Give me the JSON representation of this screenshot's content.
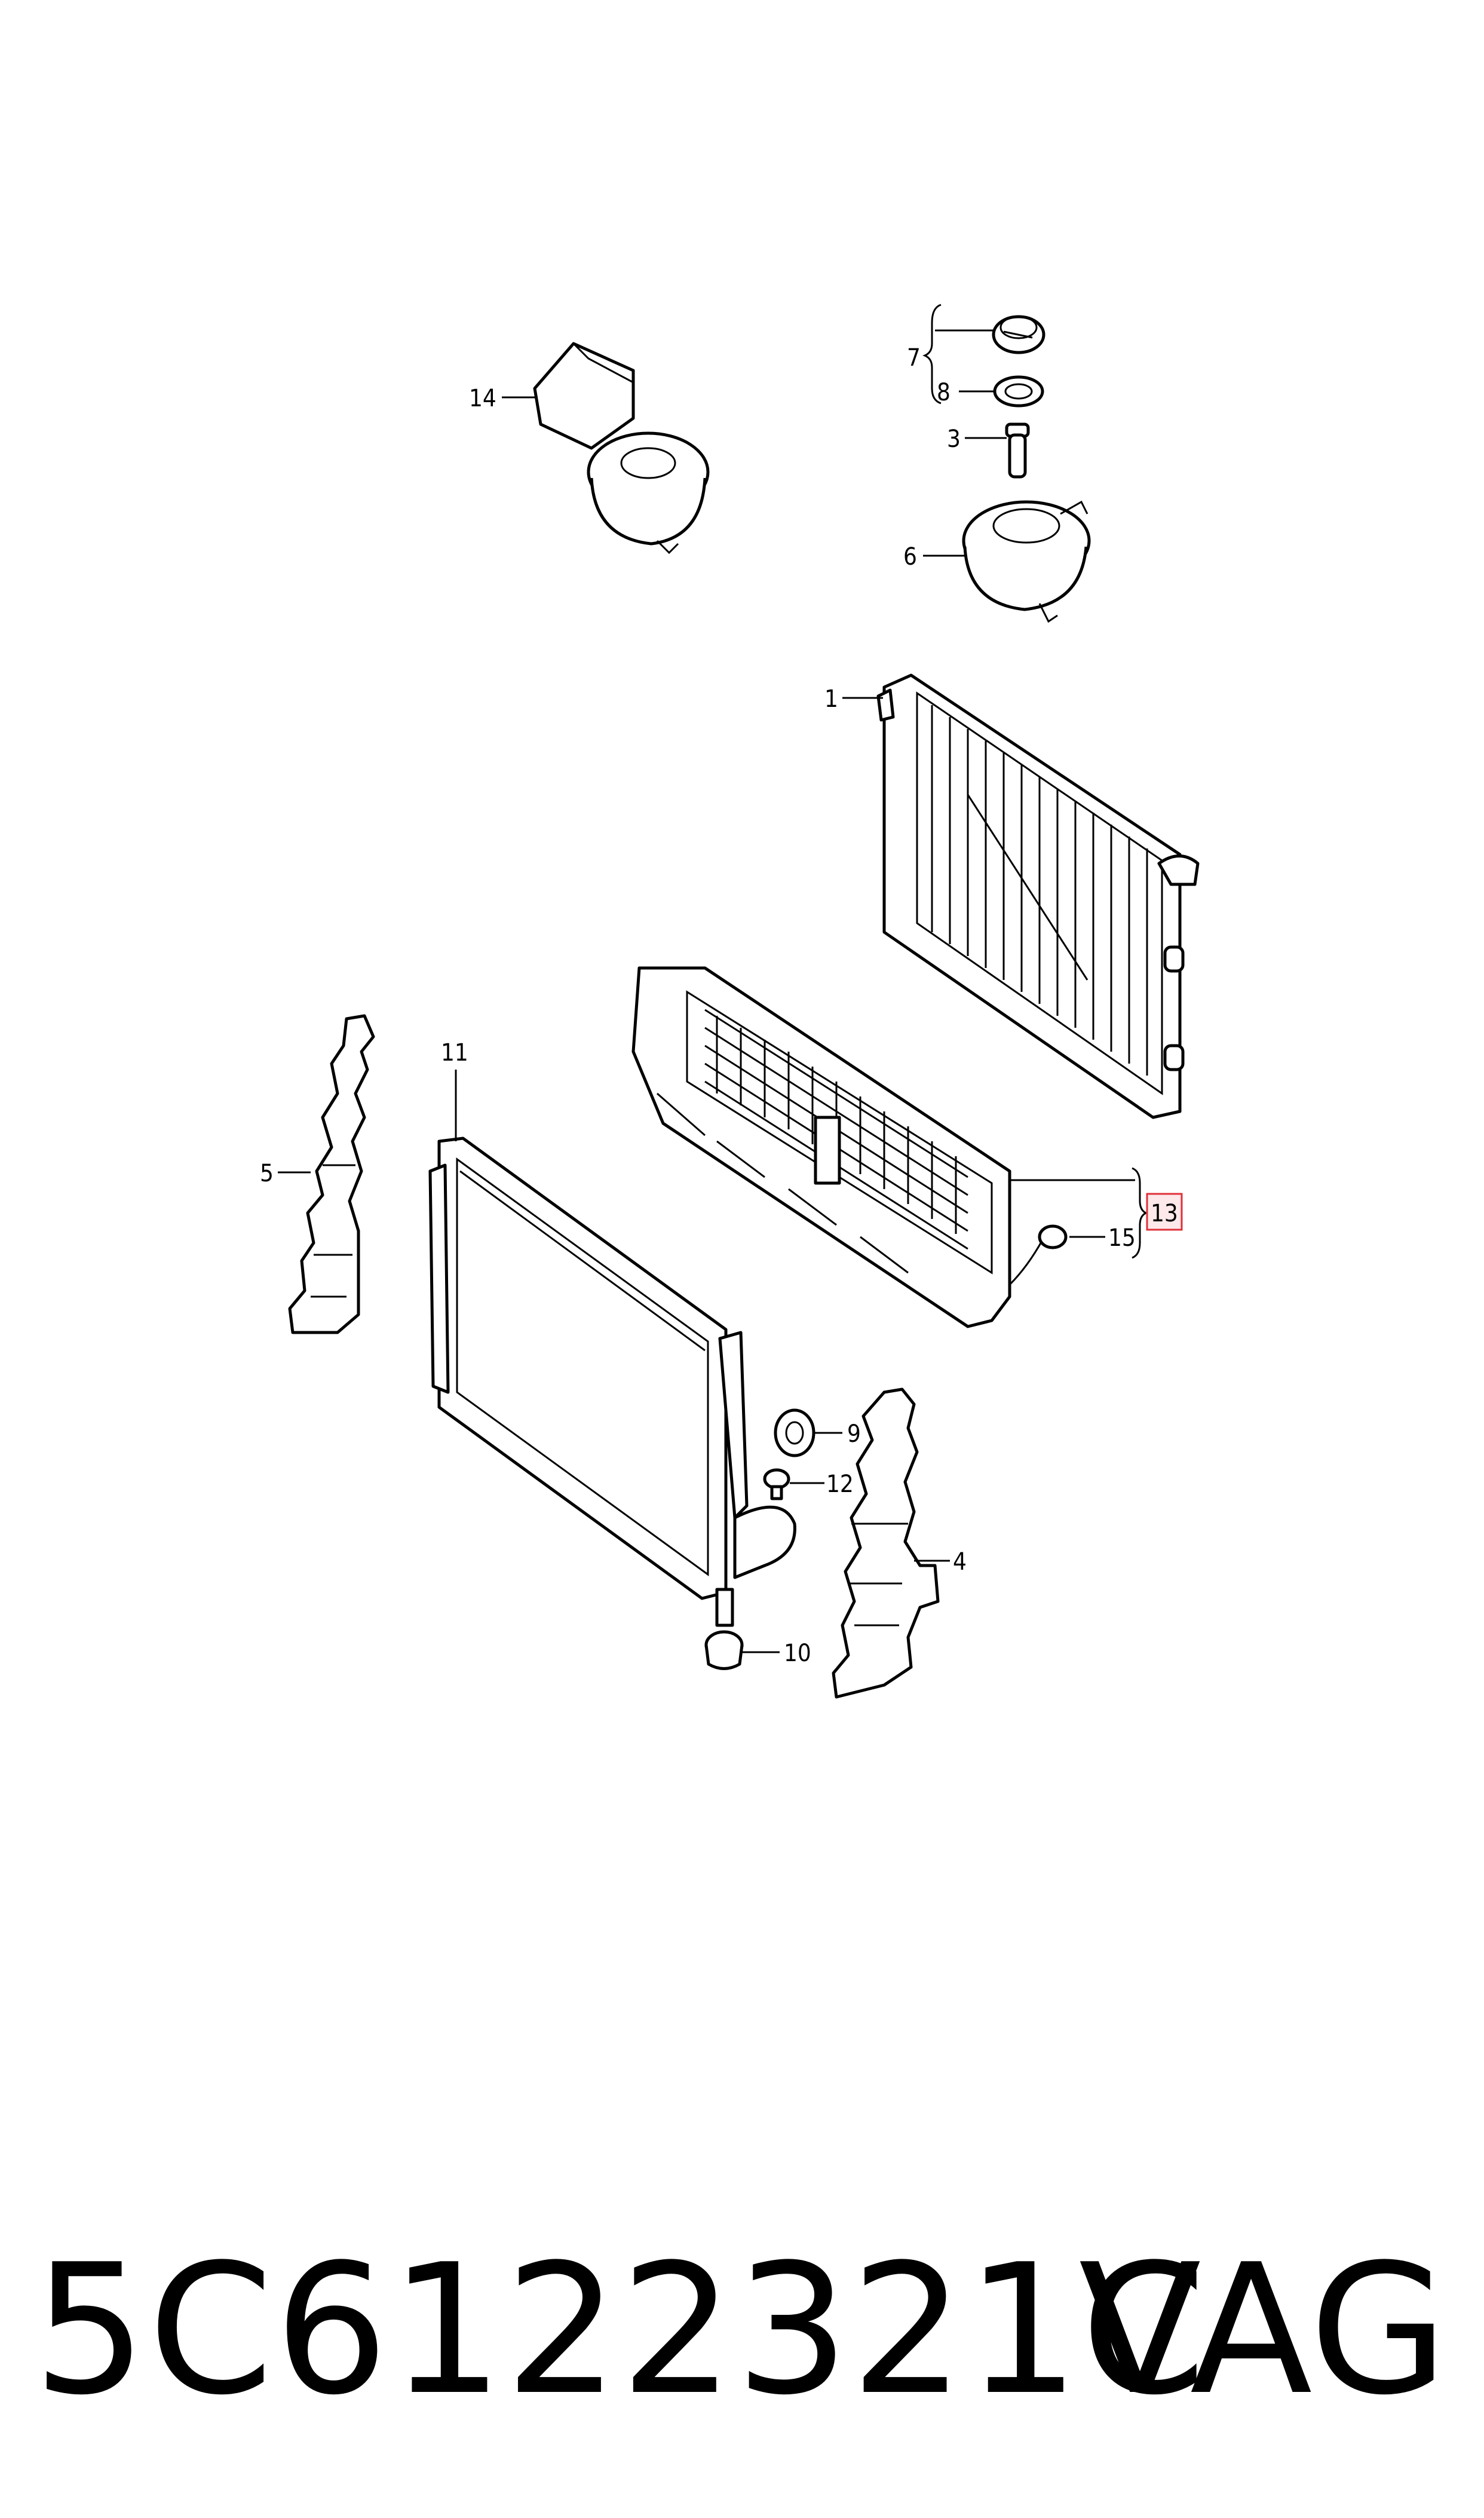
{
  "callouts": {
    "c1": "1",
    "c3": "3",
    "c4": "4",
    "c5": "5",
    "c6": "6",
    "c7": "7",
    "c8": "8",
    "c9": "9",
    "c10": "10",
    "c11": "11",
    "c12": "12",
    "c13": "13",
    "c14": "14",
    "c15": "15"
  },
  "highlight_color": "#e0303a",
  "footer": {
    "part_number": "5C6122321C",
    "brand": "VAG"
  }
}
